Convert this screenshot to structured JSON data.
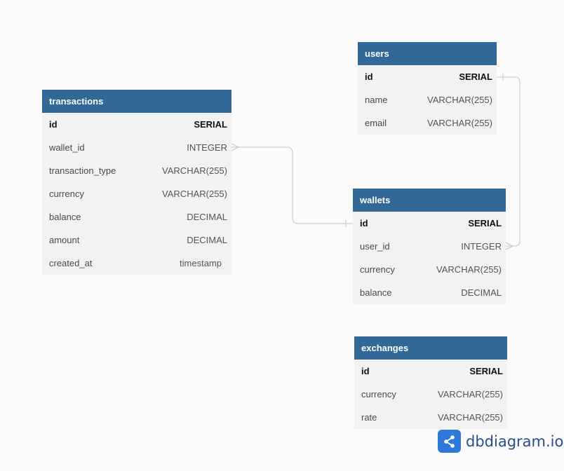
{
  "tables": {
    "transactions": {
      "name": "transactions",
      "columns": [
        {
          "name": "id",
          "type": "SERIAL",
          "pk": true
        },
        {
          "name": "wallet_id",
          "type": "INTEGER"
        },
        {
          "name": "transaction_type",
          "type": "VARCHAR(255)"
        },
        {
          "name": "currency",
          "type": "VARCHAR(255)"
        },
        {
          "name": "balance",
          "type": "DECIMAL"
        },
        {
          "name": "amount",
          "type": "DECIMAL"
        },
        {
          "name": "created_at",
          "type": "timestamp"
        }
      ]
    },
    "users": {
      "name": "users",
      "columns": [
        {
          "name": "id",
          "type": "SERIAL",
          "pk": true
        },
        {
          "name": "name",
          "type": "VARCHAR(255)"
        },
        {
          "name": "email",
          "type": "VARCHAR(255)"
        }
      ]
    },
    "wallets": {
      "name": "wallets",
      "columns": [
        {
          "name": "id",
          "type": "SERIAL",
          "pk": true
        },
        {
          "name": "user_id",
          "type": "INTEGER"
        },
        {
          "name": "currency",
          "type": "VARCHAR(255)"
        },
        {
          "name": "balance",
          "type": "DECIMAL"
        }
      ]
    },
    "exchanges": {
      "name": "exchanges",
      "columns": [
        {
          "name": "id",
          "type": "SERIAL",
          "pk": true
        },
        {
          "name": "currency",
          "type": "VARCHAR(255)"
        },
        {
          "name": "rate",
          "type": "VARCHAR(255)"
        }
      ]
    }
  },
  "relationships": [
    {
      "from": "transactions.wallet_id",
      "to": "wallets.id",
      "type": "many-to-one"
    },
    {
      "from": "wallets.user_id",
      "to": "users.id",
      "type": "many-to-one"
    }
  ],
  "brand": {
    "text": "dbdiagram.io",
    "icon": "share-nodes-icon"
  },
  "colors": {
    "header": "#316896",
    "body": "#f2f2f3",
    "connector": "#c4c4c4",
    "brand": "#2f7ad9"
  }
}
